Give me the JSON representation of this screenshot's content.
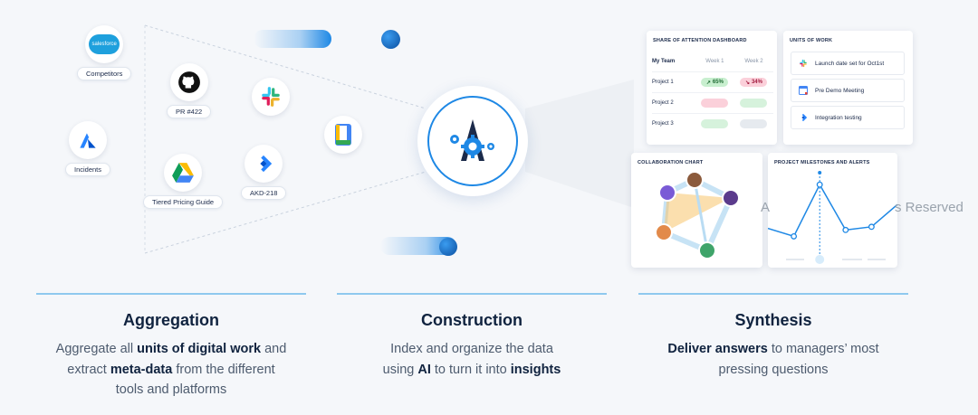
{
  "aggregation": {
    "sources": [
      {
        "id": "salesforce",
        "label": "Competitors",
        "icon": "salesforce-icon",
        "logo_text": "salesforce"
      },
      {
        "id": "github",
        "label": "PR #422",
        "icon": "github-icon"
      },
      {
        "id": "slack",
        "icon": "slack-icon"
      },
      {
        "id": "atlassian",
        "label": "Incidents",
        "icon": "atlassian-icon"
      },
      {
        "id": "gdrive",
        "label": "Tiered Pricing Guide",
        "icon": "google-drive-icon"
      },
      {
        "id": "jira",
        "label": "AKD-218",
        "icon": "jira-icon"
      },
      {
        "id": "gdocs",
        "icon": "google-docs-icon"
      }
    ]
  },
  "hub": {
    "icon": "aggregation-hub-logo-icon",
    "accent": "#1e88e5",
    "dark": "#1b2a4a"
  },
  "dashboard": {
    "share_of_attention": {
      "title": "SHARE OF ATTENTION DASHBOARD",
      "columns": [
        "My Team",
        "Week 1",
        "Week 2"
      ],
      "rows": [
        {
          "name": "Project 1",
          "week1": "65%",
          "week1_trend": "up",
          "week2": "34%",
          "week2_trend": "down"
        },
        {
          "name": "Project 2",
          "week1": "",
          "week2": ""
        },
        {
          "name": "Project 3",
          "week1": "",
          "week2": ""
        }
      ]
    },
    "units_of_work": {
      "title": "UNITS OF WORK",
      "items": [
        {
          "label": "Launch date set for Oct1st",
          "icon": "slack-icon"
        },
        {
          "label": "Pre Demo Meeting",
          "icon": "google-calendar-icon"
        },
        {
          "label": "Integration testing",
          "icon": "jira-icon"
        }
      ]
    },
    "collaboration_chart": {
      "title": "COLLABORATION CHART"
    },
    "milestones": {
      "title": "PROJECT MILESTONES AND ALERTS",
      "chart_data": {
        "type": "line",
        "x": [
          1,
          2,
          3,
          4,
          5,
          6
        ],
        "values": [
          3,
          2,
          8.5,
          2.8,
          3.2,
          6
        ],
        "ylim": [
          0,
          10
        ],
        "title": "PROJECT MILESTONES AND ALERTS",
        "xlabel": "",
        "ylabel": "",
        "grid": false
      }
    },
    "overlay_text_left": "A",
    "overlay_text_right": "s Reserved"
  },
  "columns": [
    {
      "title": "Aggregation",
      "lines": [
        [
          {
            "t": "Aggregate all ",
            "b": false
          },
          {
            "t": "units of digital work",
            "b": true
          },
          {
            "t": " and",
            "b": false
          }
        ],
        [
          {
            "t": "extract ",
            "b": false
          },
          {
            "t": "meta-data",
            "b": true
          },
          {
            "t": " from the different",
            "b": false
          }
        ],
        [
          {
            "t": "tools and platforms",
            "b": false
          }
        ]
      ]
    },
    {
      "title": "Construction",
      "lines": [
        [
          {
            "t": "Index and organize the data",
            "b": false
          }
        ],
        [
          {
            "t": "using ",
            "b": false
          },
          {
            "t": "AI",
            "b": true
          },
          {
            "t": " to turn it into ",
            "b": false
          },
          {
            "t": "insights",
            "b": true
          }
        ]
      ]
    },
    {
      "title": "Synthesis",
      "lines": [
        [
          {
            "t": "Deliver answers",
            "b": true
          },
          {
            "t": " to managers’ most",
            "b": false
          }
        ],
        [
          {
            "t": "pressing questions",
            "b": false
          }
        ]
      ]
    }
  ],
  "colors": {
    "accent": "#1e88e5",
    "line": "#8fc9ee",
    "up_chip": "#c8efcf",
    "down_chip": "#fbd0da"
  }
}
